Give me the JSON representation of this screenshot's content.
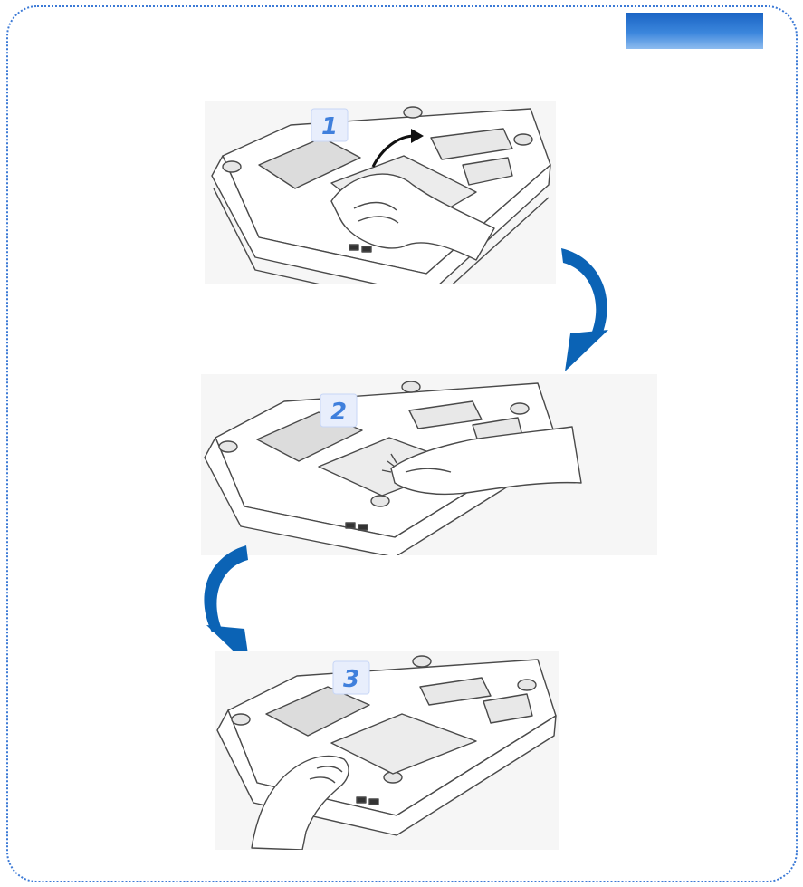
{
  "colors": {
    "frame_border": "#3c7ad6",
    "tab_blue": "#2a76d2",
    "arrow_blue": "#0b63b5",
    "badge_blue": "#3f7fdc",
    "badge_bg": "#e8eefc",
    "line_art": "#4a4a4a"
  },
  "steps": [
    {
      "number": "1",
      "icon": "remove-cover-hand-lift-icon"
    },
    {
      "number": "2",
      "icon": "press-cover-hand-icon"
    },
    {
      "number": "3",
      "icon": "slide-latch-hand-icon"
    }
  ],
  "arrows": [
    {
      "icon": "curved-arrow-clockwise-down-icon"
    },
    {
      "icon": "curved-arrow-counterclockwise-down-icon"
    }
  ]
}
